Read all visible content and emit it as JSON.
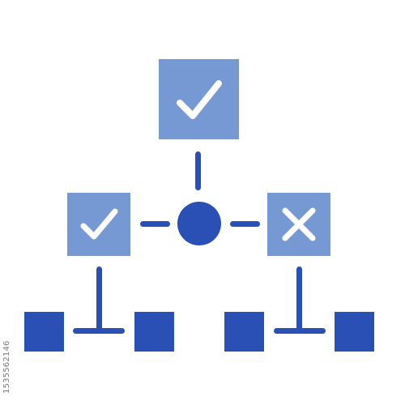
{
  "colors": {
    "background": "#ffffff",
    "light_box": "#7799d3",
    "dark_box": "#2a50b5",
    "connector": "#2a50b5",
    "hub": "#2a50b5",
    "mark": "#ffffff",
    "watermark_text": "#7a7a7a"
  },
  "diagram": {
    "top_node": {
      "icon": "check-icon",
      "status": "approved"
    },
    "left_node": {
      "icon": "check-icon",
      "status": "approved"
    },
    "right_node": {
      "icon": "cross-icon",
      "status": "rejected"
    },
    "hub": {
      "icon": "circle-node-icon"
    },
    "leaf_nodes": [
      {
        "icon": "square-node-icon"
      },
      {
        "icon": "square-node-icon"
      },
      {
        "icon": "square-node-icon"
      },
      {
        "icon": "square-node-icon"
      }
    ]
  },
  "watermark": {
    "id_text": "1535562146"
  }
}
